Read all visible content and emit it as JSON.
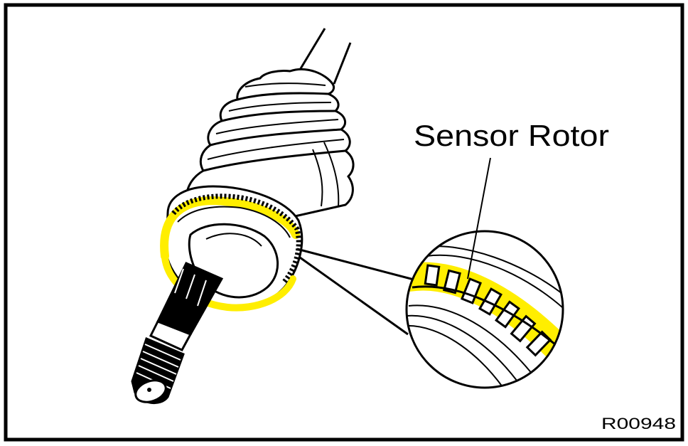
{
  "figure": {
    "callout_label": "Sensor Rotor",
    "figure_code": "R00948"
  },
  "colors": {
    "ink": "#000000",
    "paper": "#ffffff",
    "highlight": "#ffee00"
  },
  "icons": {
    "main": "drive-shaft-cv-joint-illustration",
    "detail": "sensor-rotor-magnified-view"
  }
}
